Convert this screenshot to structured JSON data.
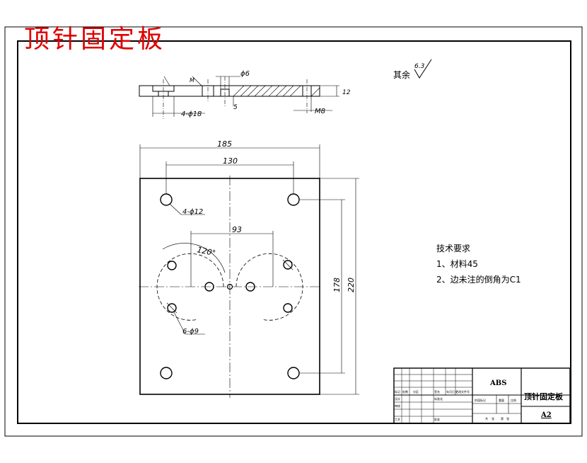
{
  "overlay_title": "顶针固定板",
  "colors": {
    "overlay": "#e00000",
    "line": "#000000",
    "paper": "#ffffff"
  },
  "surface_finish": {
    "label": "其余",
    "value": "6.3"
  },
  "section_view": {
    "dim_phi6": "ϕ6",
    "dim_holes": "4-ϕ18",
    "dim_thread": "M8",
    "dim_thickness": "12",
    "dim_5": "5",
    "dim_w": "M"
  },
  "plan_view": {
    "dim_width": "185",
    "dim_hole_spacing_x": "130",
    "dim_bolt_circle_spacing": "93",
    "dim_angle": "120°",
    "dim_height": "220",
    "dim_hole_spacing_y": "178",
    "callout_holes_12": "4-ϕ12",
    "callout_holes_9": "6-ϕ9"
  },
  "notes": {
    "heading": "技术要求",
    "item1": "1、材料45",
    "item2": "2、边未注的倒角为C1"
  },
  "title_block": {
    "material": "ABS",
    "part_name": "顶针固定板",
    "sheet_size": "A2",
    "small_labels": [
      "标记",
      "处数",
      "分区",
      "更改文件号",
      "签名",
      "年月日",
      "设计",
      "标准化",
      "审核",
      "工艺",
      "批准",
      "阶段标记",
      "重量",
      "比例",
      "共",
      "张",
      "第",
      "张"
    ]
  }
}
